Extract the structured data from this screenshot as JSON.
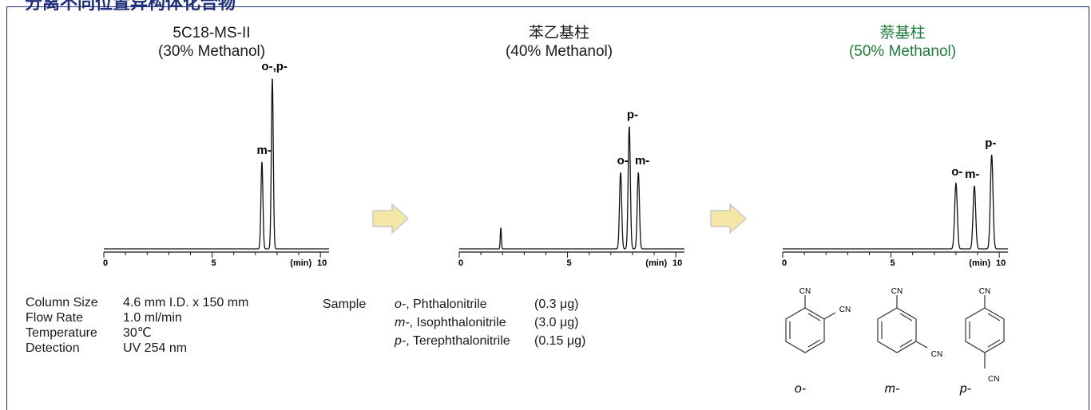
{
  "heading": "分离不同位置异构体化合物",
  "charts": [
    {
      "title": "5C18-MS-II",
      "subtitle": "(30% Methanol)",
      "peak_labels": [
        {
          "text": "m-",
          "x": 7.4
        },
        {
          "text": "o-,p-",
          "x": 7.88
        }
      ]
    },
    {
      "title": "苯乙基柱",
      "subtitle": "(40% Methanol)",
      "peak_labels": [
        {
          "text": "o-",
          "x": 7.55
        },
        {
          "text": "p-",
          "x": 8.0
        },
        {
          "text": "m-",
          "x": 8.45
        }
      ]
    },
    {
      "title": "萘基柱",
      "subtitle": "(50% Methanol)",
      "peak_labels": [
        {
          "text": "o-",
          "x": 8.05
        },
        {
          "text": "m-",
          "x": 8.75
        },
        {
          "text": "p-",
          "x": 9.6
        }
      ]
    }
  ],
  "chart_data": [
    {
      "type": "line",
      "title": "5C18-MS-II",
      "subtitle": "(30% Methanol)",
      "xlabel": "(min)",
      "xticks": [
        "0",
        "5",
        "10"
      ],
      "xlim": [
        0,
        10.4
      ],
      "ylim": [
        0,
        1
      ],
      "baseline": 0.02,
      "peaks": [
        {
          "label": "m-",
          "rt": 7.3,
          "height": 0.52,
          "width": 0.045
        },
        {
          "label": "o-,p-",
          "rt": 7.78,
          "height": 1.0,
          "width": 0.045
        }
      ]
    },
    {
      "type": "line",
      "title": "苯乙基柱",
      "subtitle": "(40% Methanol)",
      "xlabel": "(min)",
      "xticks": [
        "0",
        "5",
        "10"
      ],
      "xlim": [
        0,
        10.4
      ],
      "ylim": [
        0,
        1
      ],
      "baseline": 0.02,
      "peaks": [
        {
          "label": "",
          "rt": 1.92,
          "height": 0.18,
          "width": 0.025
        },
        {
          "label": "o-",
          "rt": 7.45,
          "height": 0.6,
          "width": 0.05
        },
        {
          "label": "p-",
          "rt": 7.85,
          "height": 0.95,
          "width": 0.05
        },
        {
          "label": "m-",
          "rt": 8.27,
          "height": 0.6,
          "width": 0.05
        }
      ]
    },
    {
      "type": "line",
      "title": "萘基柱",
      "subtitle": "(50% Methanol)",
      "xlabel": "(min)",
      "xticks": [
        "0",
        "5",
        "10"
      ],
      "xlim": [
        0,
        10.4
      ],
      "ylim": [
        0,
        1
      ],
      "baseline": 0.02,
      "peaks": [
        {
          "label": "o-",
          "rt": 8.0,
          "height": 0.55,
          "width": 0.06
        },
        {
          "label": "m-",
          "rt": 8.85,
          "height": 0.53,
          "width": 0.06
        },
        {
          "label": "p-",
          "rt": 9.65,
          "height": 0.78,
          "width": 0.06
        }
      ]
    }
  ],
  "conditions": [
    {
      "key": "Column Size",
      "value": "4.6 mm I.D. x 150 mm"
    },
    {
      "key": "Flow Rate",
      "value": "1.0 ml/min"
    },
    {
      "key": "Temperature",
      "value": "30℃"
    },
    {
      "key": "Detection",
      "value": "UV 254 nm"
    }
  ],
  "sample": {
    "label": "Sample",
    "items": [
      {
        "prefix": "o-",
        "name": ", Phthalonitrile",
        "amount": "(0.3 μg)"
      },
      {
        "prefix": "m-",
        "name": ", Isophthalonitrile",
        "amount": "(3.0 μg)"
      },
      {
        "prefix": "p-",
        "name": ", Terephthalonitrile",
        "amount": "(0.15 μg)"
      }
    ]
  },
  "structures": [
    {
      "cn_label": "CN",
      "caption": "o-"
    },
    {
      "cn_label": "CN",
      "caption": "m-"
    },
    {
      "cn_label": "CN",
      "caption": "p-"
    }
  ],
  "colors": {
    "frame": "#1f2f7a",
    "green_title": "#1e7b3a",
    "arrow_fill": "#f4e7a6",
    "arrow_stroke": "#c9c9c9"
  }
}
